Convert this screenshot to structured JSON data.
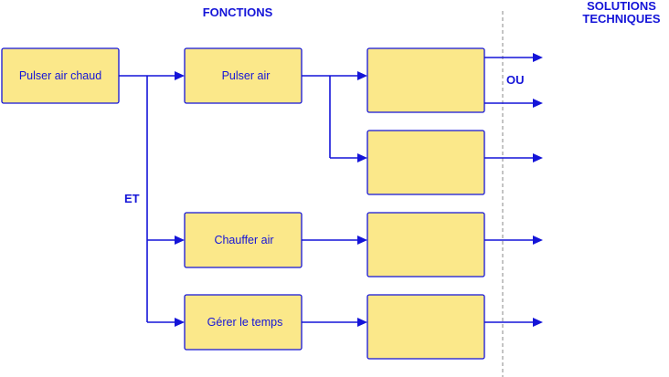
{
  "headers": {
    "fonctions": "FONCTIONS",
    "solutions_line1": "SOLUTIONS",
    "solutions_line2": "TECHNIQUES"
  },
  "connectors": {
    "et": "ET",
    "ou": "OU"
  },
  "boxes": {
    "main": "Pulser air chaud",
    "pulser": "Pulser air",
    "chauffer": "Chauffer air",
    "gerer": "Gérer le temps"
  },
  "colors": {
    "line": "#1414d8",
    "box_fill": "#fbe88a",
    "separator": "#8a8a8a"
  }
}
